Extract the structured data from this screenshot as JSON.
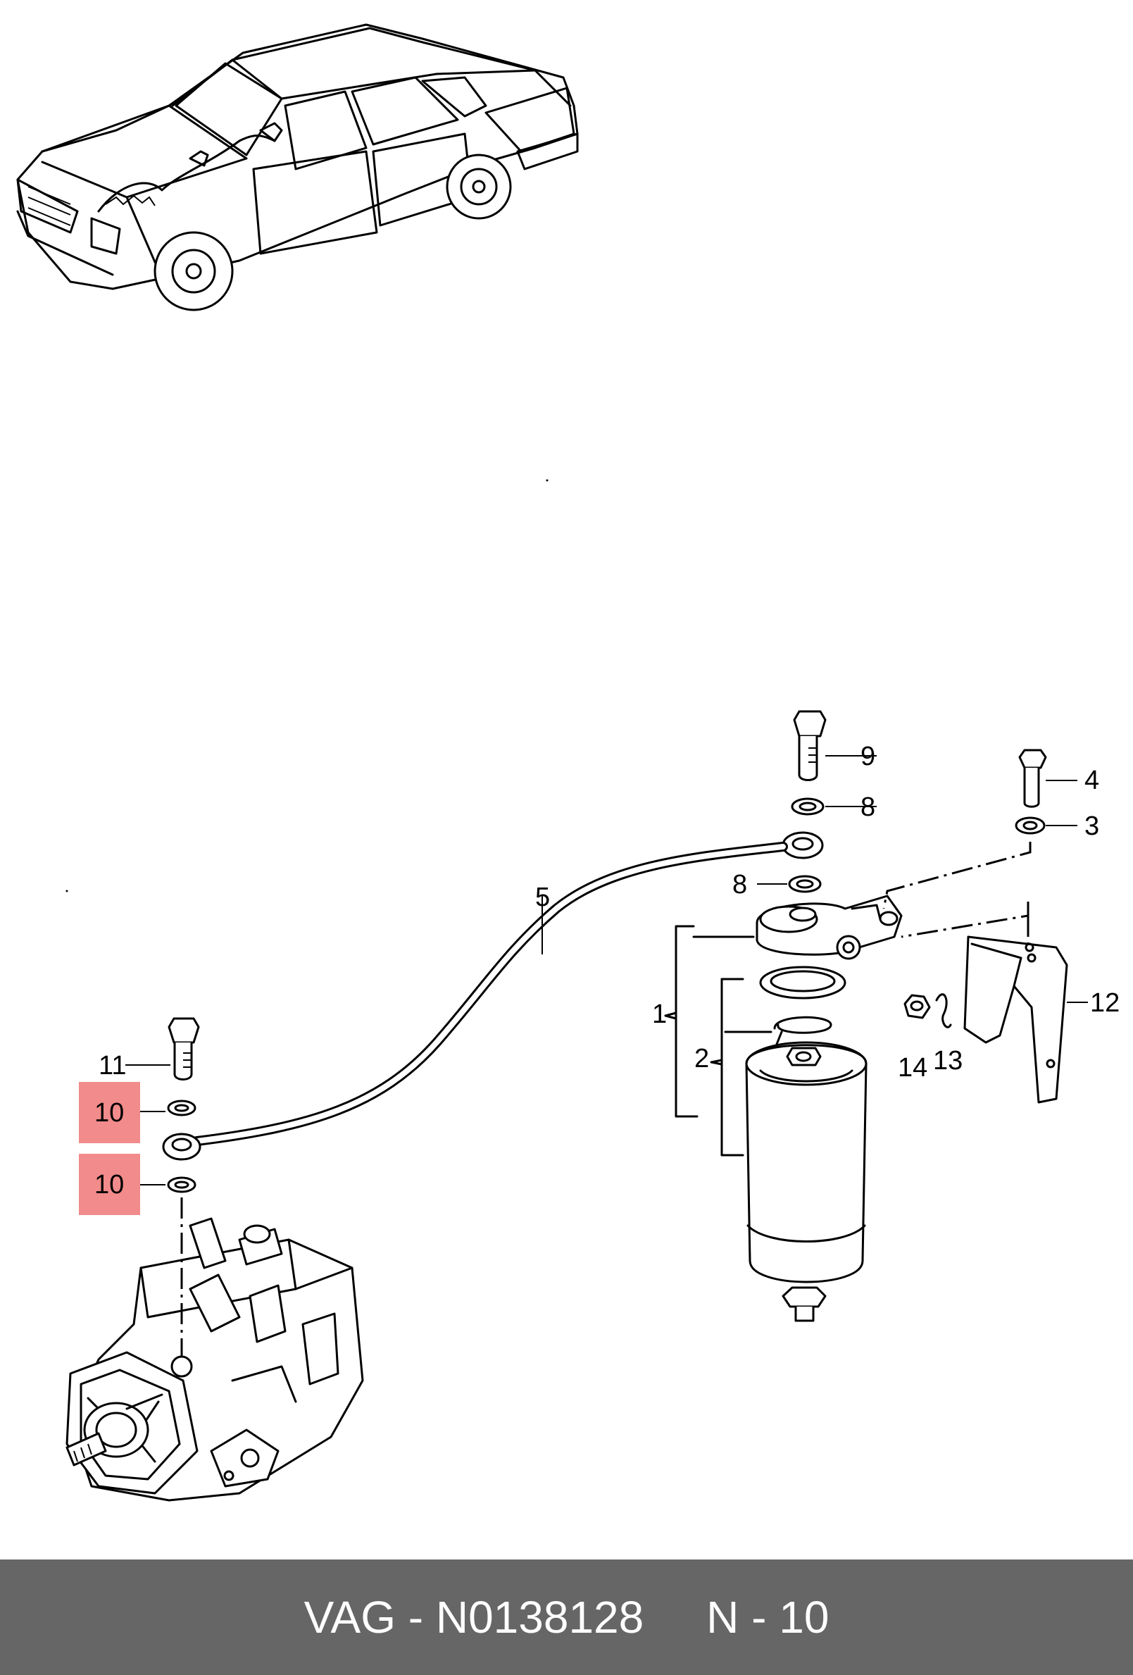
{
  "colors": {
    "highlight": "#f28b8b",
    "footer_bg": "#666666",
    "footer_text": "#ffffff"
  },
  "callouts": {
    "c1": "1",
    "c2": "2",
    "c3": "3",
    "c4": "4",
    "c5": "5",
    "c8a": "8",
    "c8b": "8",
    "c9": "9",
    "c10a": "10",
    "c10b": "10",
    "c11": "11",
    "c12": "12",
    "c13": "13",
    "c14": "14"
  },
  "footer": {
    "brand": "VAG",
    "sep1": " - ",
    "part_number": "N0138128",
    "gap": "     ",
    "ref": "N - 10"
  }
}
